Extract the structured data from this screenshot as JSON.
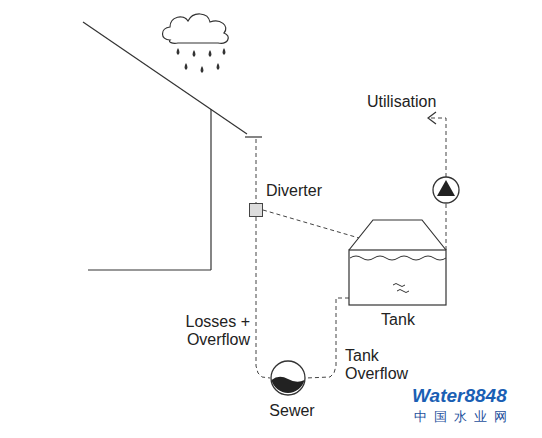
{
  "diagram": {
    "nodes": [
      {
        "text": [
          "Diverter"
        ]
      },
      {
        "text": [
          "Tank"
        ]
      },
      {
        "text": [
          "Sewer"
        ]
      }
    ],
    "edges": [
      {
        "from": 0,
        "to": 1,
        "arrow": "none"
      },
      {
        "from": 0,
        "to": 2,
        "label": "Losses + Overflow",
        "arrow": "none"
      },
      {
        "from": 1,
        "to": 2,
        "label": "Tank Overflow",
        "arrow": "none"
      }
    ],
    "labels": [
      "Utilisation",
      "Water8848",
      "中国水业网"
    ]
  }
}
